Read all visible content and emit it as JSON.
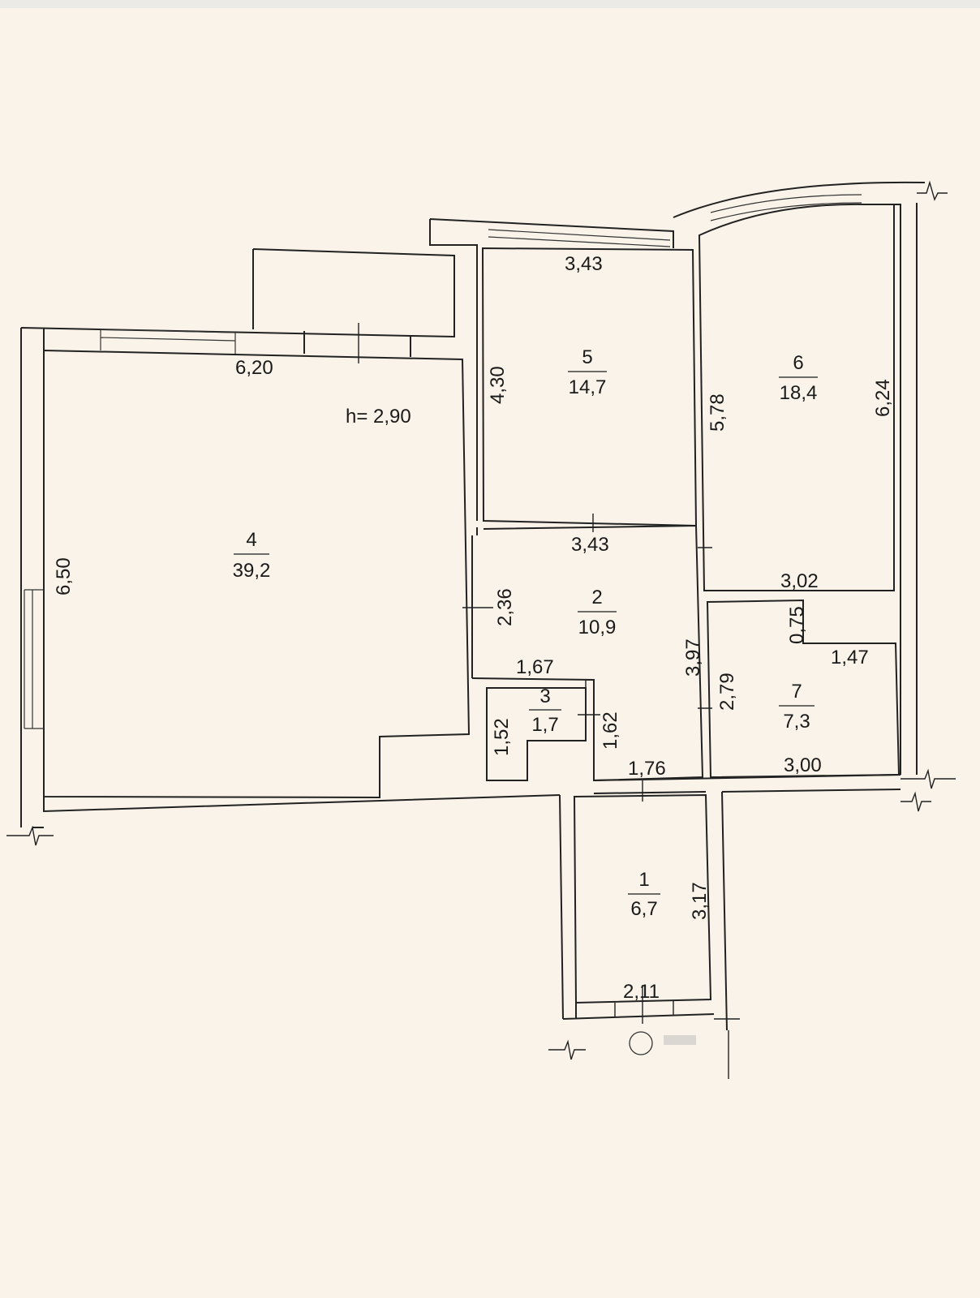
{
  "plan": {
    "ceiling_height": "h= 2,90",
    "rooms": [
      {
        "number": "1",
        "area": "6,7"
      },
      {
        "number": "2",
        "area": "10,9"
      },
      {
        "number": "3",
        "area": "1,7"
      },
      {
        "number": "4",
        "area": "39,2"
      },
      {
        "number": "5",
        "area": "14,7"
      },
      {
        "number": "6",
        "area": "18,4"
      },
      {
        "number": "7",
        "area": "7,3"
      }
    ],
    "dimensions": {
      "r4_top": "6,20",
      "r4_left": "6,50",
      "r5_top": "3,43",
      "r5_left": "4,30",
      "r5_bottom": "3,43",
      "r6_left": "5,78",
      "r6_right": "6,24",
      "r6_bottom": "3,02",
      "r2_left": "2,36",
      "r2_right": "3,97",
      "r2_bottom": "1,76",
      "r3_top": "1,67",
      "r3_left": "1,52",
      "r3_right": "1,62",
      "r7_notch": "0,75",
      "r7_top": "1,47",
      "r7_left": "2,79",
      "r7_bottom": "3,00",
      "r1_right": "3,17",
      "r1_bottom": "2,11"
    }
  }
}
